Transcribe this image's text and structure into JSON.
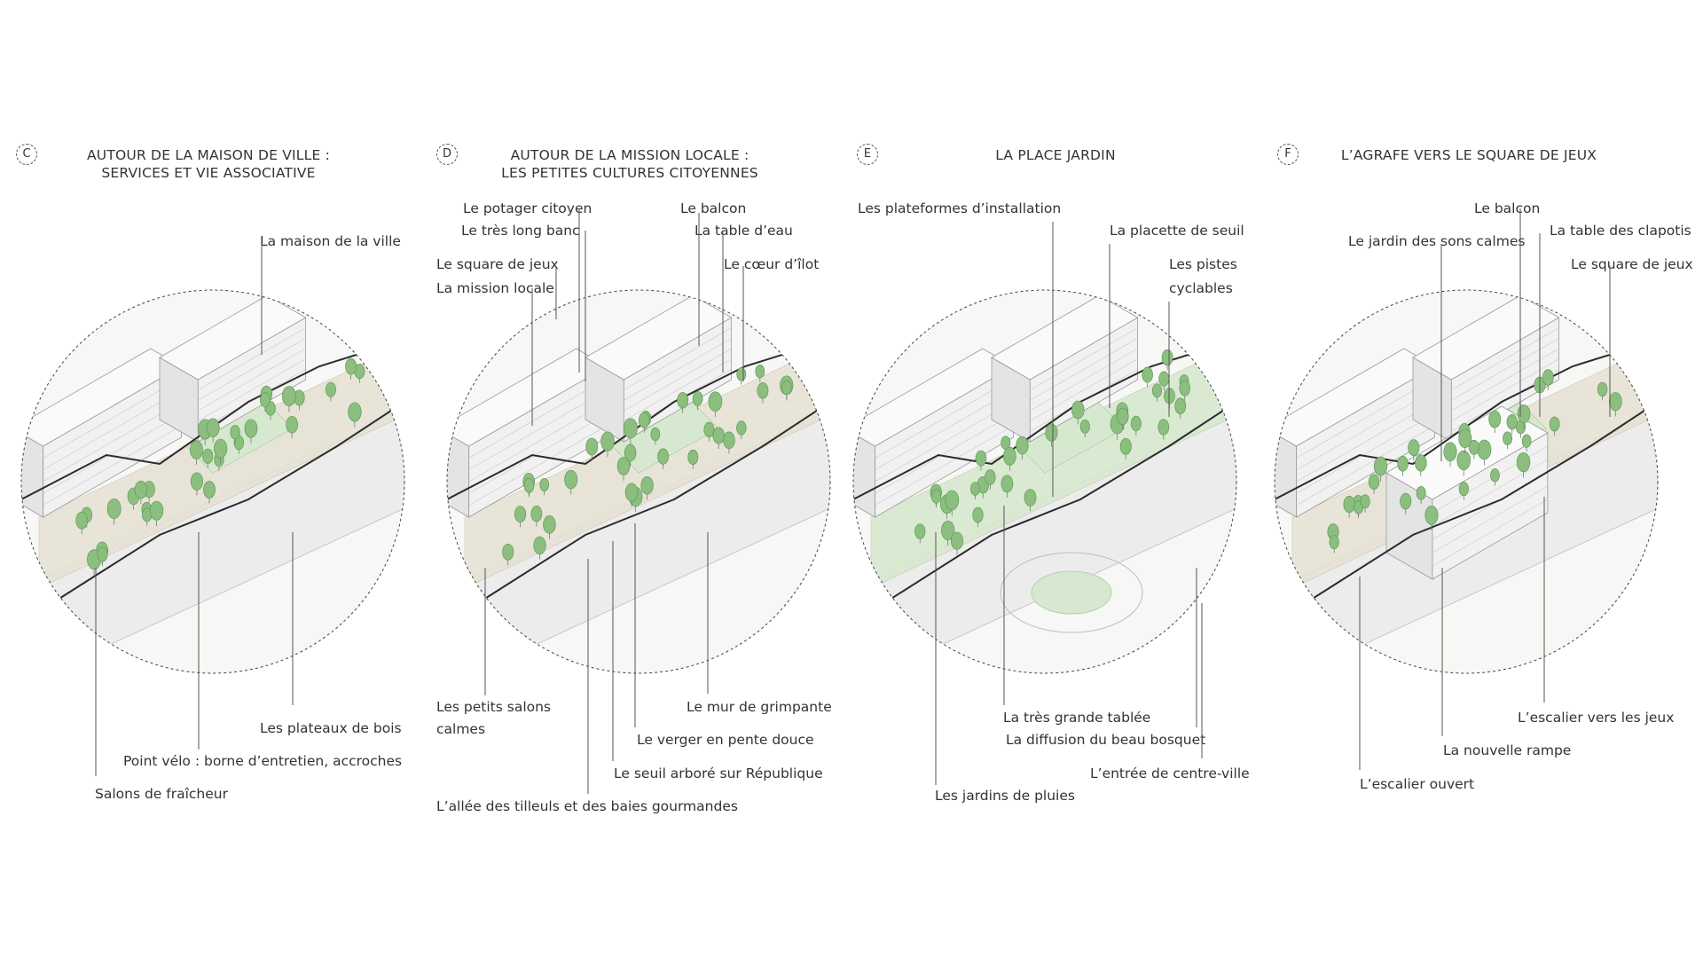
{
  "panels": [
    {
      "letter": "C",
      "title_line1": "AUTOUR DE LA MAISON DE VILLE :",
      "title_line2": "SERVICES ET VIE ASSOCIATIVE",
      "labels": [
        "La maison de la ville",
        "Les plateaux de bois",
        "Point vélo : borne d’entretien, accroches",
        "Salons de fraîcheur"
      ]
    },
    {
      "letter": "D",
      "title_line1": "AUTOUR DE LA MISSION LOCALE :",
      "title_line2": "LES PETITES CULTURES CITOYENNES",
      "labels": [
        "Le potager citoyen",
        "Le très long banc",
        "Le square de jeux",
        "La mission locale",
        "Le balcon",
        "La table d’eau",
        "Le cœur d’îlot",
        "Les petits salons",
        "calmes",
        "Le mur de grimpante",
        "Le verger en pente douce",
        "Le seuil arboré sur République",
        "L’allée des tilleuls et des baies gourmandes"
      ]
    },
    {
      "letter": "E",
      "title_line1": "LA PLACE JARDIN",
      "title_line2": "",
      "labels": [
        "Les plateformes d’installation",
        "La placette de seuil",
        "Les pistes",
        "cyclables",
        "La très grande tablée",
        "La diffusion du beau bosquet",
        "L’entrée de centre-ville",
        "Les jardins de pluies"
      ]
    },
    {
      "letter": "F",
      "title_line1": "L’AGRAFE VERS LE SQUARE DE JEUX",
      "title_line2": "",
      "labels": [
        "Le balcon",
        "Le jardin des sons calmes",
        "La table des clapotis",
        "Le square de jeux",
        "L’escalier vers les jeux",
        "La nouvelle rampe",
        "L’escalier ouvert"
      ]
    }
  ],
  "colors": {
    "tree_green": "#8cbf7f",
    "tree_dark": "#5f9a55",
    "grass": "#d6e8cf",
    "building_fill": "#f1f1f1",
    "building_stroke": "#9a9a9a",
    "outline": "#2b2b2b",
    "paving": "#e6e1d4",
    "leader": "#555555"
  }
}
